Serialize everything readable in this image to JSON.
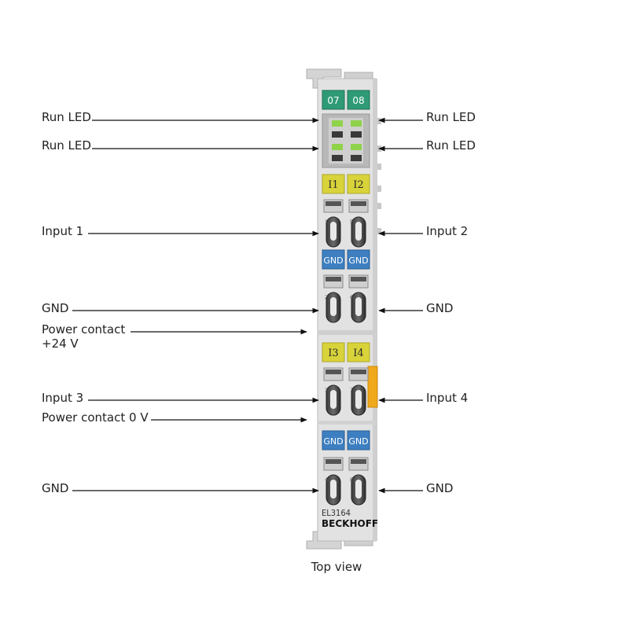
{
  "labels_left": {
    "run_led_1": "Run LED",
    "run_led_2": "Run LED",
    "input_1": "Input 1",
    "gnd_1": "GND",
    "power_contact_24v_line1": "Power contact",
    "power_contact_24v_line2": "+24 V",
    "input_3": "Input 3",
    "power_contact_0v": "Power contact 0 V",
    "gnd_3": "GND"
  },
  "labels_right": {
    "run_led_1": "Run LED",
    "run_led_2": "Run LED",
    "input_2": "Input 2",
    "gnd_2": "GND",
    "input_4": "Input 4",
    "gnd_4": "GND"
  },
  "module": {
    "channel_tags": [
      "07",
      "08"
    ],
    "input_tags_top": [
      "I1",
      "I2"
    ],
    "gnd_tags_top": [
      "GND",
      "GND"
    ],
    "input_tags_bottom": [
      "I3",
      "I4"
    ],
    "gnd_tags_bottom": [
      "GND",
      "GND"
    ],
    "pin_numbers": [
      "1",
      "5",
      "2",
      "6",
      "3",
      "7",
      "4",
      "8"
    ],
    "model": "EL3164",
    "brand": "BECKHOFF"
  },
  "caption": "Top view",
  "colors": {
    "channel_tag": "#2e9b76",
    "input_tag": "#d8d33a",
    "gnd_tag": "#3d7fc1",
    "led_green": "#8fd34a",
    "housing": "#dedede",
    "side_contact": "#f0a81c"
  }
}
